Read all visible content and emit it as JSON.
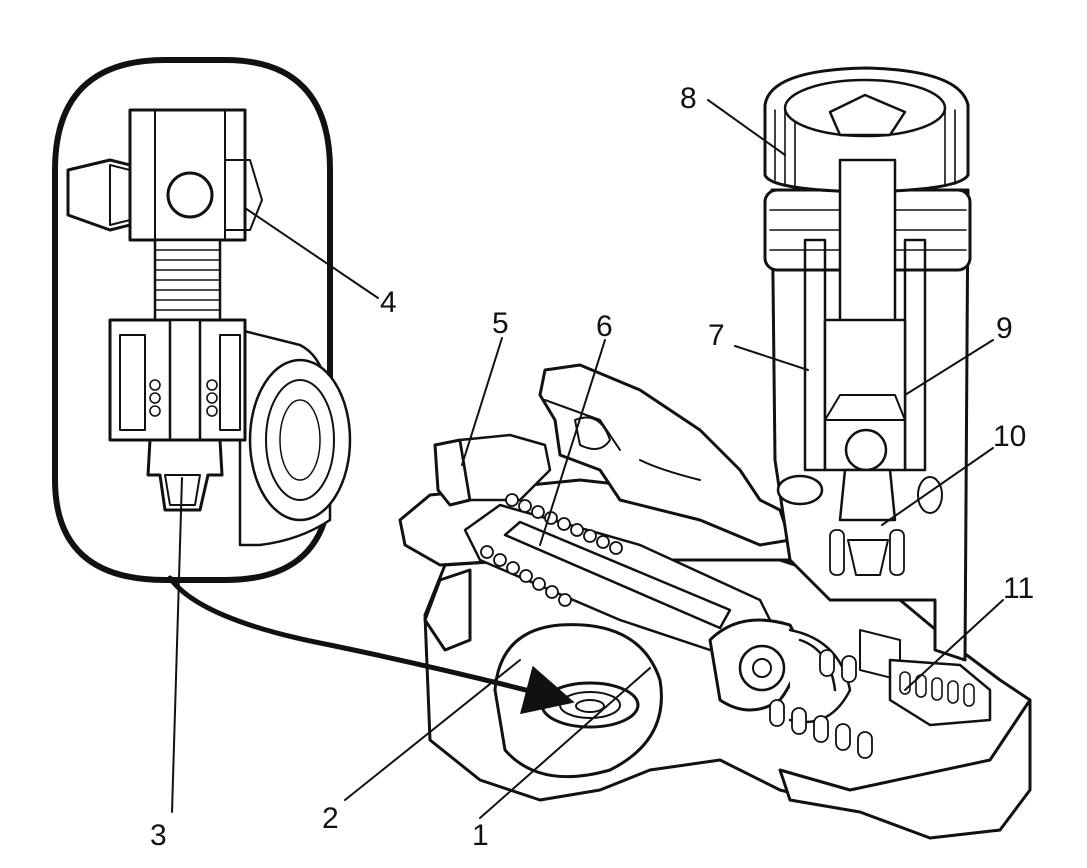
{
  "figure": {
    "callouts": [
      {
        "id": "1",
        "label": "1"
      },
      {
        "id": "2",
        "label": "2"
      },
      {
        "id": "3",
        "label": "3"
      },
      {
        "id": "4",
        "label": "4"
      },
      {
        "id": "5",
        "label": "5"
      },
      {
        "id": "6",
        "label": "6"
      },
      {
        "id": "7",
        "label": "7"
      },
      {
        "id": "8",
        "label": "8"
      },
      {
        "id": "9",
        "label": "9"
      },
      {
        "id": "10",
        "label": "10"
      },
      {
        "id": "11",
        "label": "11"
      }
    ]
  },
  "colors": {
    "ink": "#111111",
    "paper": "#ffffff"
  }
}
